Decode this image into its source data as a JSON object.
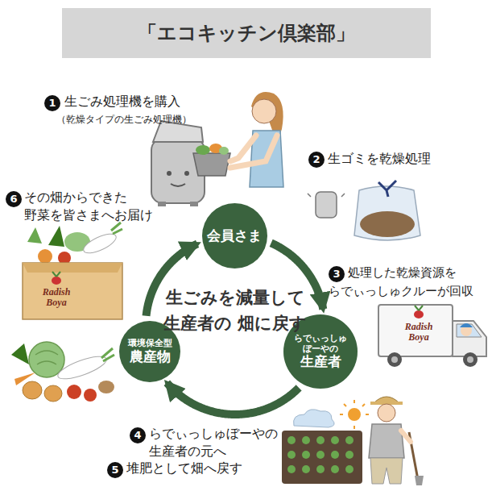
{
  "diagram": {
    "title": "「エコキッチン倶楽部」",
    "nodes": [
      {
        "text": [
          "会員さま"
        ]
      },
      {
        "text": [
          "環境保全型",
          "農産物"
        ]
      },
      {
        "text": [
          "らでぃっしゅ ぼーやの",
          "生産者"
        ]
      }
    ],
    "edges": [
      {
        "from": 0,
        "to": 2,
        "arrow": "to"
      },
      {
        "from": 2,
        "to": 1,
        "arrow": "to"
      },
      {
        "from": 1,
        "to": 0,
        "arrow": "to"
      }
    ],
    "labels": [
      "1",
      "生ごみ処理機を購入",
      "（乾燥タイプの生ごみ処理機）",
      "2",
      "生ゴミを乾燥処理",
      "3",
      "処理した乾燥資源を らでぃっしゅクルーが回収",
      "4",
      "らでぃっしゅぼーやの 生産者の元へ",
      "5",
      "堆肥として畑へ戻す",
      "6",
      "その畑からできた 野菜を皆さまへお届け",
      "生ごみを減量して 生産者の 畑に戻す",
      "Radish Boya",
      "Radish Boya"
    ]
  }
}
